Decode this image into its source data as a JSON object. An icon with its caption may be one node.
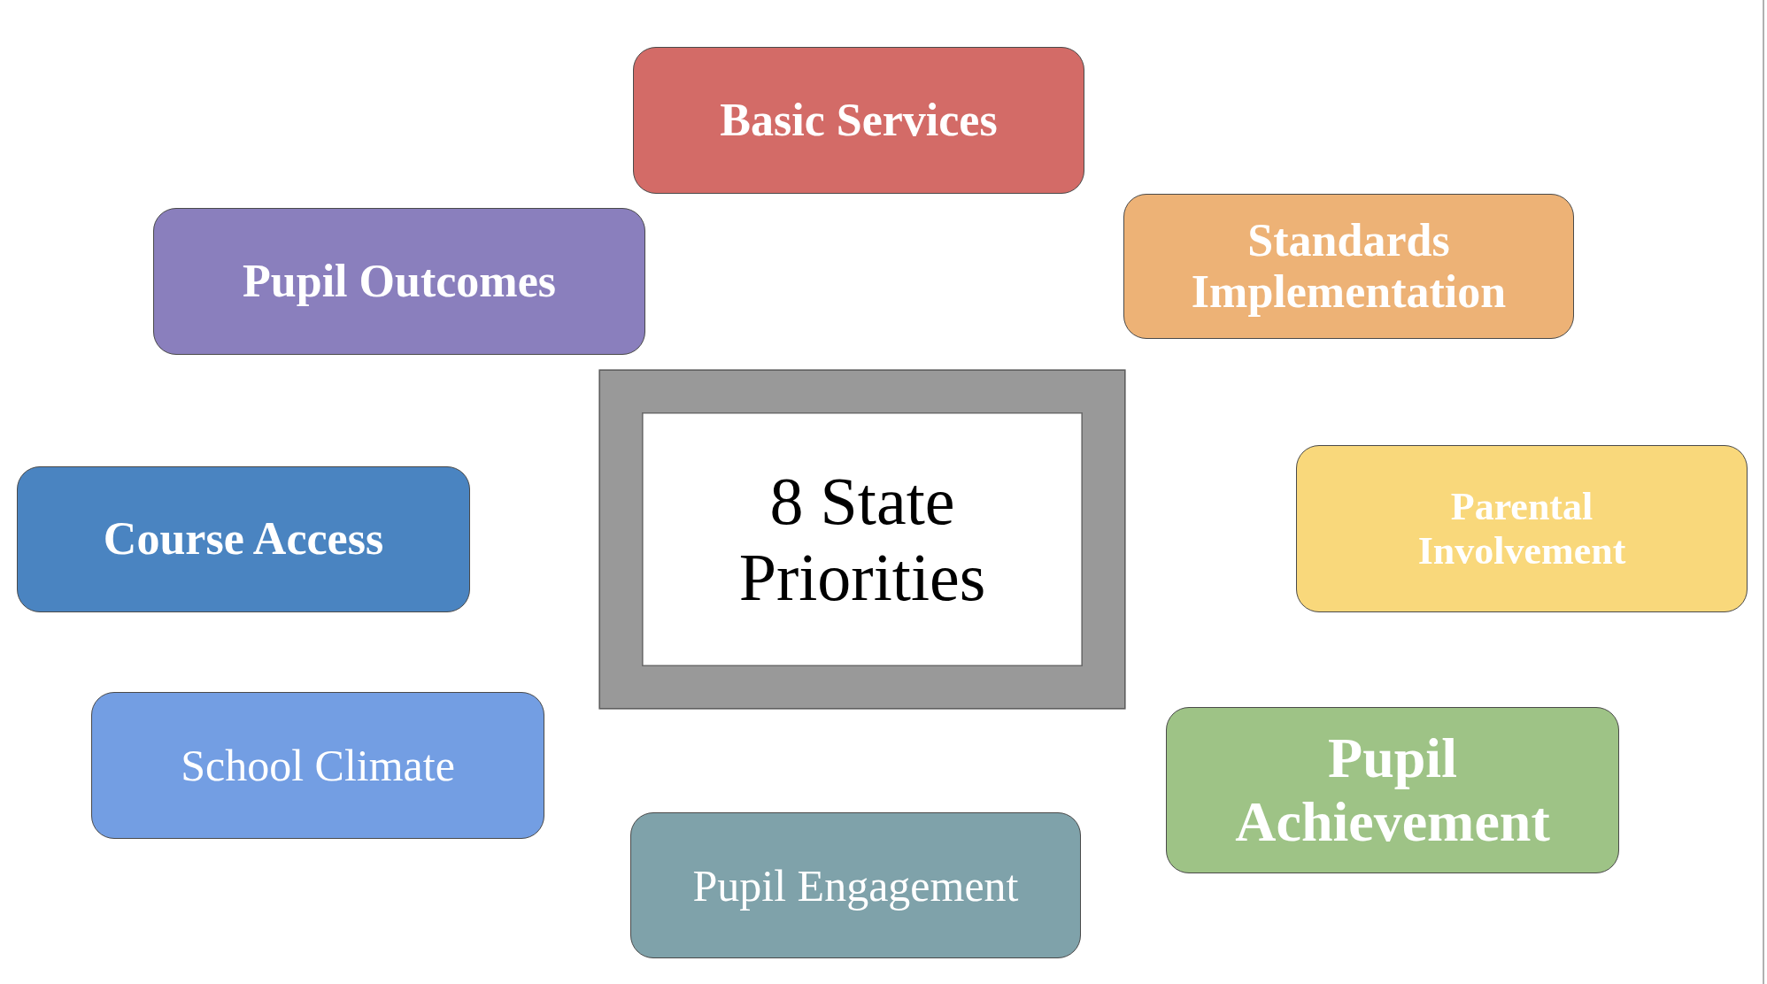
{
  "diagram": {
    "nodes": [
      {
        "text": [
          "Basic Services"
        ]
      },
      {
        "text": [
          "Pupil Outcomes"
        ]
      },
      {
        "text": [
          "Standards Implementation"
        ]
      },
      {
        "text": [
          "8 State Priorities"
        ]
      },
      {
        "text": [
          "Course Access"
        ]
      },
      {
        "text": [
          "Parental Involvement"
        ]
      },
      {
        "text": [
          "School Climate"
        ]
      },
      {
        "text": [
          "Pupil Achievement"
        ]
      },
      {
        "text": [
          "Pupil Engagement"
        ]
      }
    ]
  }
}
